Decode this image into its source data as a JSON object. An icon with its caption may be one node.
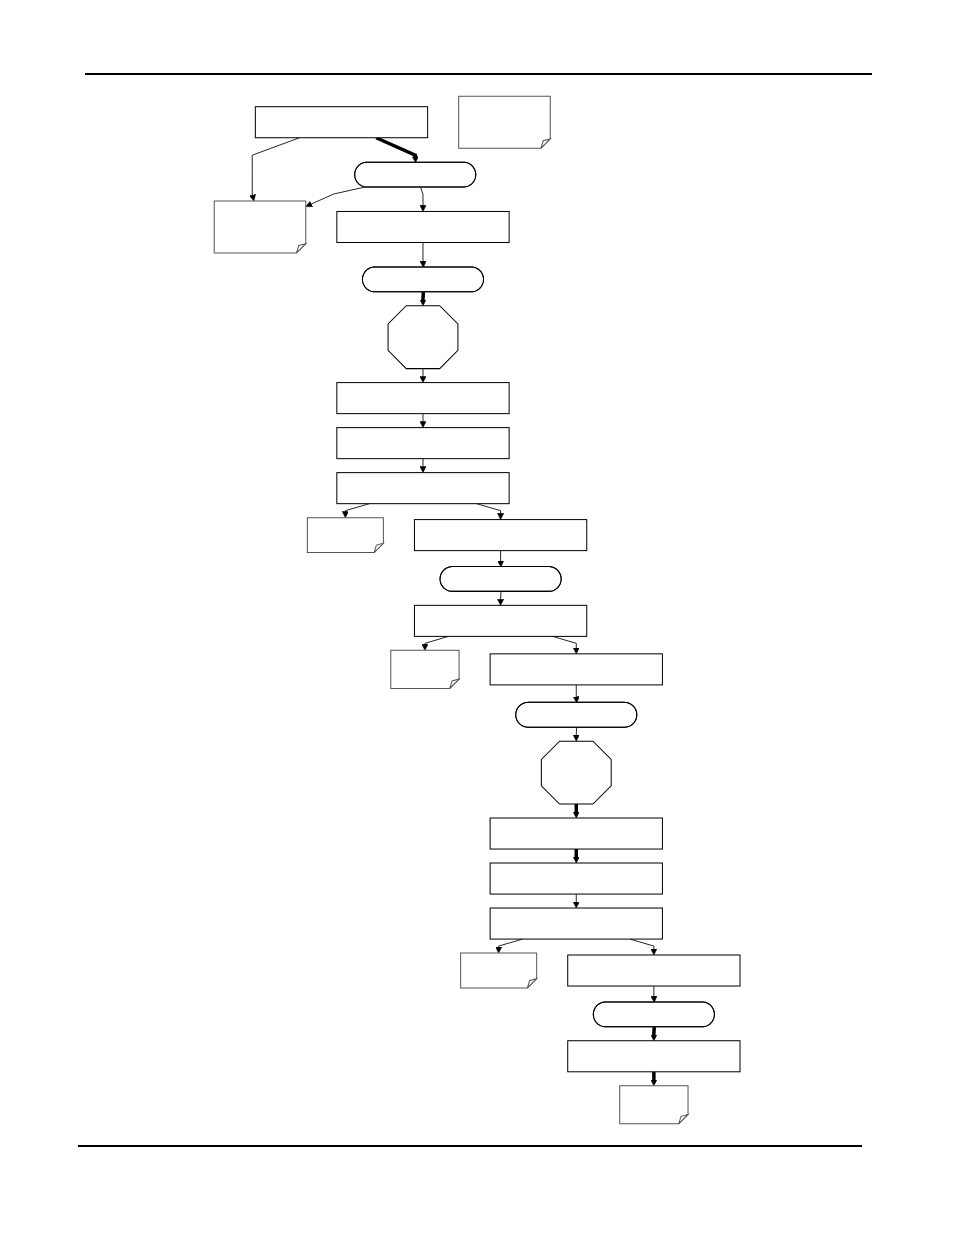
{
  "diagram": {
    "nodes": [
      {
        "text": [],
        "shape": "box"
      },
      {
        "text": [],
        "shape": "document"
      },
      {
        "text": [],
        "shape": "stadium"
      },
      {
        "text": [],
        "shape": "box"
      },
      {
        "text": [],
        "shape": "stadium"
      },
      {
        "text": [],
        "shape": "octagon"
      },
      {
        "text": [],
        "shape": "box"
      },
      {
        "text": [],
        "shape": "document"
      },
      {
        "text": [],
        "shape": "box"
      },
      {
        "text": [],
        "shape": "box"
      },
      {
        "text": [],
        "shape": "document"
      },
      {
        "text": [],
        "shape": "box"
      },
      {
        "text": [],
        "shape": "stadium"
      },
      {
        "text": [],
        "shape": "box"
      },
      {
        "text": [],
        "shape": "document"
      },
      {
        "text": [],
        "shape": "box"
      },
      {
        "text": [],
        "shape": "stadium"
      },
      {
        "text": [],
        "shape": "octagon"
      },
      {
        "text": [],
        "shape": "box"
      },
      {
        "text": [],
        "shape": "box"
      },
      {
        "text": [],
        "shape": "box"
      },
      {
        "text": [],
        "shape": "document"
      },
      {
        "text": [],
        "shape": "box"
      },
      {
        "text": [],
        "shape": "stadium"
      },
      {
        "text": [],
        "shape": "box"
      },
      {
        "text": [],
        "shape": "document"
      }
    ],
    "edges": [
      {
        "from": 0,
        "to": 1,
        "arrow": "to"
      },
      {
        "from": 2,
        "to": 1,
        "arrow": "to"
      },
      {
        "from": 0,
        "to": 2,
        "arrow": "to",
        "style": "thick"
      },
      {
        "from": 2,
        "to": 3,
        "arrow": "to"
      },
      {
        "from": 3,
        "to": 4,
        "arrow": "to"
      },
      {
        "from": 4,
        "to": 5,
        "arrow": "to",
        "style": "thick"
      },
      {
        "from": 5,
        "to": 6,
        "arrow": "to"
      },
      {
        "from": 6,
        "to": 8,
        "arrow": "to"
      },
      {
        "from": 8,
        "to": 9,
        "arrow": "to"
      },
      {
        "from": 9,
        "to": 11,
        "arrow": "to"
      },
      {
        "from": 9,
        "to": 10,
        "arrow": "to"
      },
      {
        "from": 11,
        "to": 12,
        "arrow": "to"
      },
      {
        "from": 12,
        "to": 13,
        "arrow": "to"
      },
      {
        "from": 13,
        "to": 15,
        "arrow": "to"
      },
      {
        "from": 13,
        "to": 14,
        "arrow": "to"
      },
      {
        "from": 15,
        "to": 16,
        "arrow": "to"
      },
      {
        "from": 16,
        "to": 17,
        "arrow": "to"
      },
      {
        "from": 17,
        "to": 18,
        "arrow": "to",
        "style": "thick"
      },
      {
        "from": 18,
        "to": 19,
        "arrow": "to",
        "style": "thick"
      },
      {
        "from": 19,
        "to": 20,
        "arrow": "to"
      },
      {
        "from": 20,
        "to": 22,
        "arrow": "to"
      },
      {
        "from": 20,
        "to": 21,
        "arrow": "to"
      },
      {
        "from": 22,
        "to": 23,
        "arrow": "to"
      },
      {
        "from": 23,
        "to": 24,
        "arrow": "to",
        "style": "thick"
      },
      {
        "from": 24,
        "to": 25,
        "arrow": "to",
        "style": "thick"
      }
    ]
  }
}
